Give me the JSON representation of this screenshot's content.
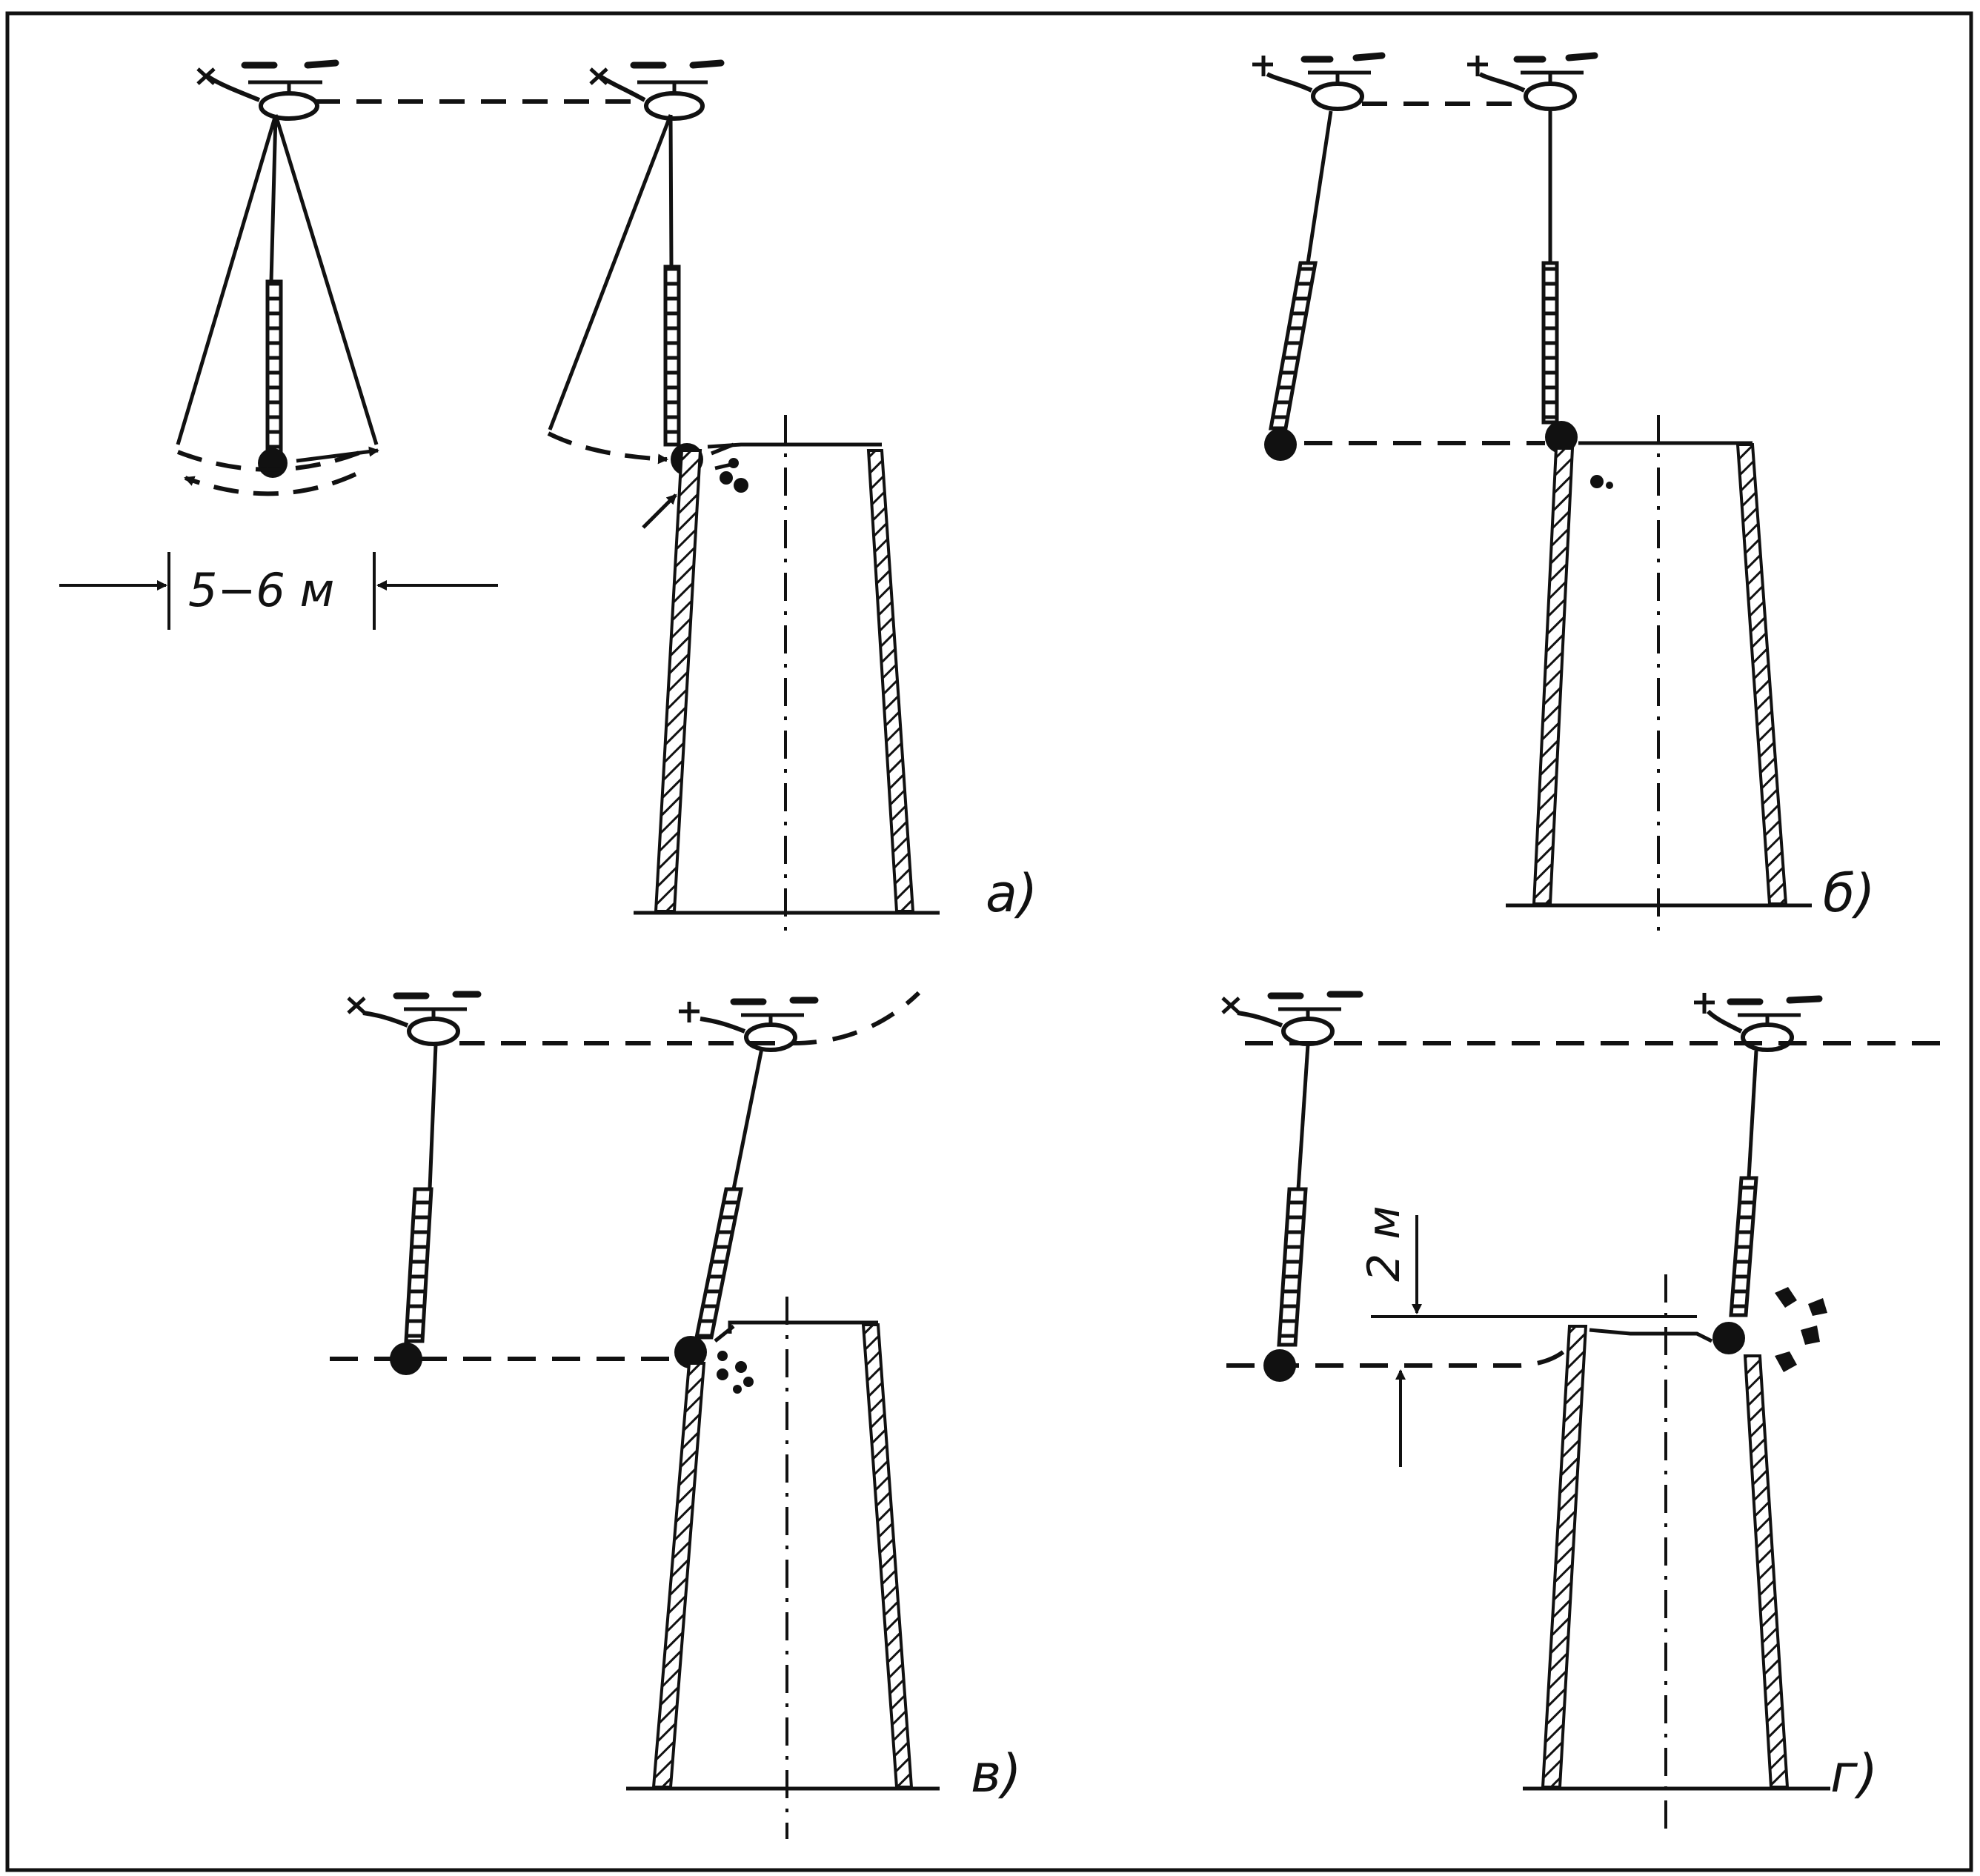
{
  "labels": {
    "panel_a": "а)",
    "panel_b": "б)",
    "panel_v": "в)",
    "panel_g": "г)",
    "span_dimension": "5−6 м",
    "drop_dimension": "2 м"
  },
  "colors": {
    "ink": "#111111",
    "paper": "#ffffff"
  }
}
